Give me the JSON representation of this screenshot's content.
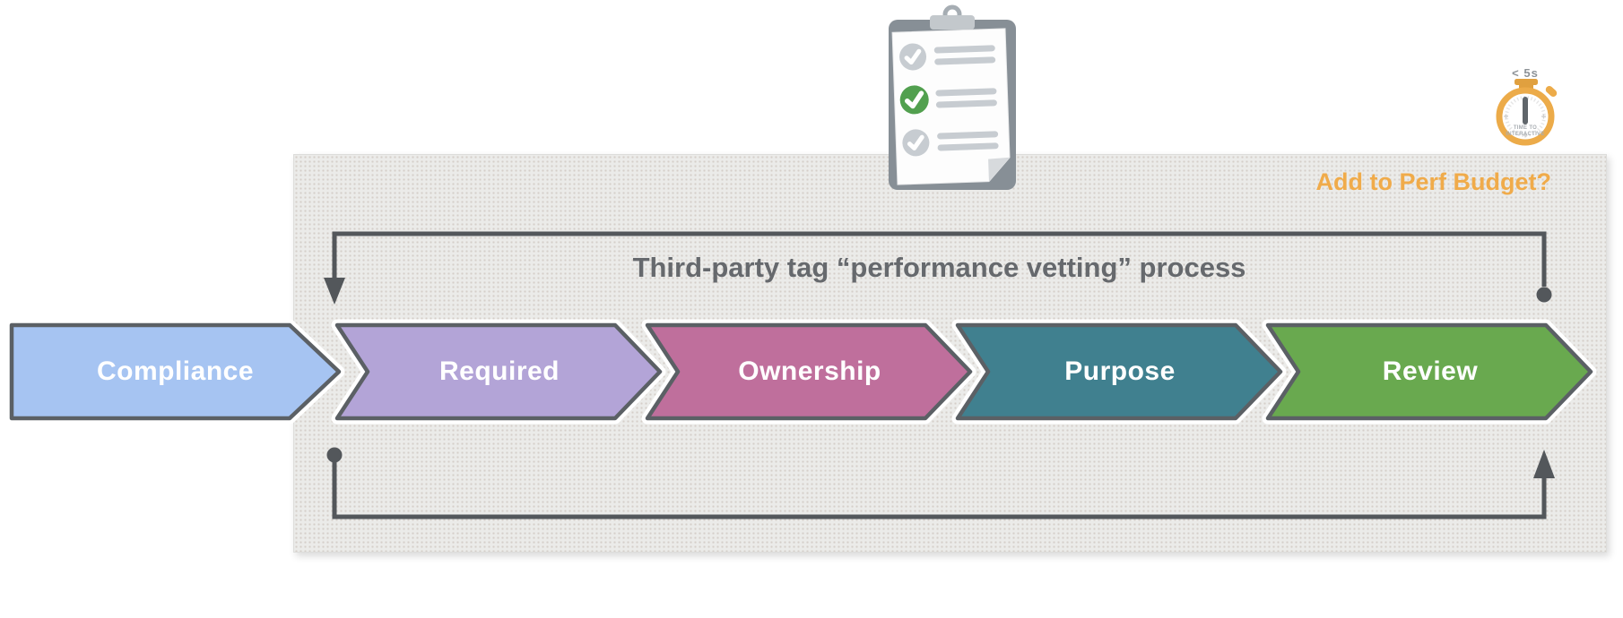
{
  "annotations": {
    "perf_budget_question": "Add to Perf Budget?",
    "stopwatch_time": "< 5s",
    "stopwatch_dial_line1": "TIME TO",
    "stopwatch_dial_line2": "INTERACTIVE"
  },
  "process": {
    "title": "Third-party tag “performance vetting” process",
    "steps": [
      {
        "label": "Compliance",
        "color": "#a6c4f2"
      },
      {
        "label": "Required",
        "color": "#b3a4d7"
      },
      {
        "label": "Ownership",
        "color": "#bf6f9c"
      },
      {
        "label": "Purpose",
        "color": "#40808f"
      },
      {
        "label": "Review",
        "color": "#69a94f"
      }
    ]
  },
  "clipboard": {
    "items": [
      {
        "check": "done",
        "color": "#c7ccd1"
      },
      {
        "check": "done",
        "color": "#52a04f"
      },
      {
        "check": "done",
        "color": "#c7ccd1"
      }
    ]
  },
  "colors": {
    "step_outline": "#5b6065",
    "connector": "#53575b",
    "accent_orange": "#f0ab4a",
    "stopwatch_ring": "#ecab49",
    "panel_background": "#ebebe9"
  }
}
